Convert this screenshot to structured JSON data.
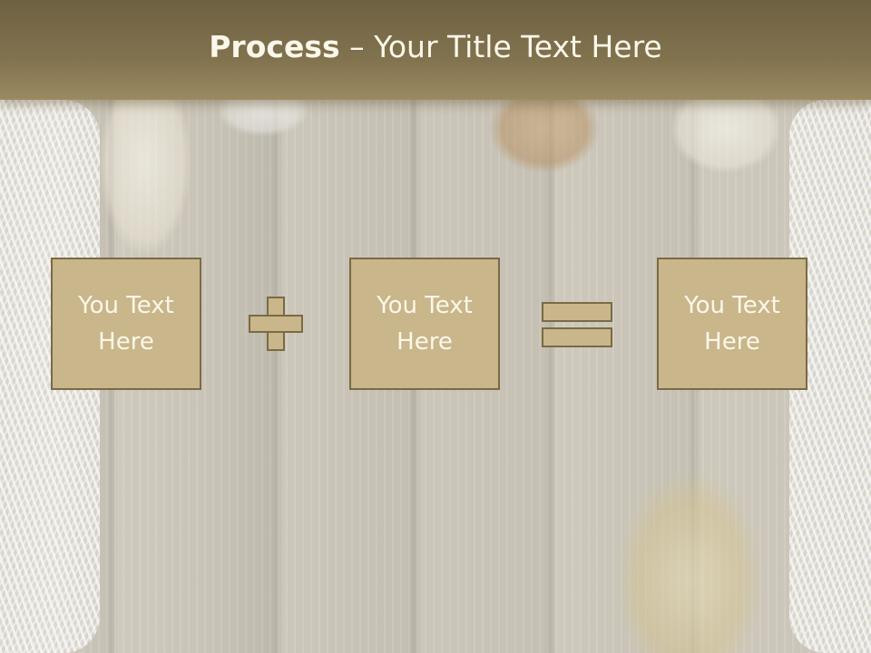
{
  "slide": {
    "title_bold": "Process",
    "title_rest": " – Your Title Text Here",
    "boxes": [
      {
        "text": "You Text Here"
      },
      {
        "text": "You Text Here"
      },
      {
        "text": "You Text Here"
      }
    ],
    "operators": [
      "plus-icon",
      "equals-icon"
    ]
  },
  "colors": {
    "header": "#7a6b48",
    "box_fill": "#c9b68a",
    "box_border": "#7a6a45",
    "text": "#fbf7ea"
  }
}
